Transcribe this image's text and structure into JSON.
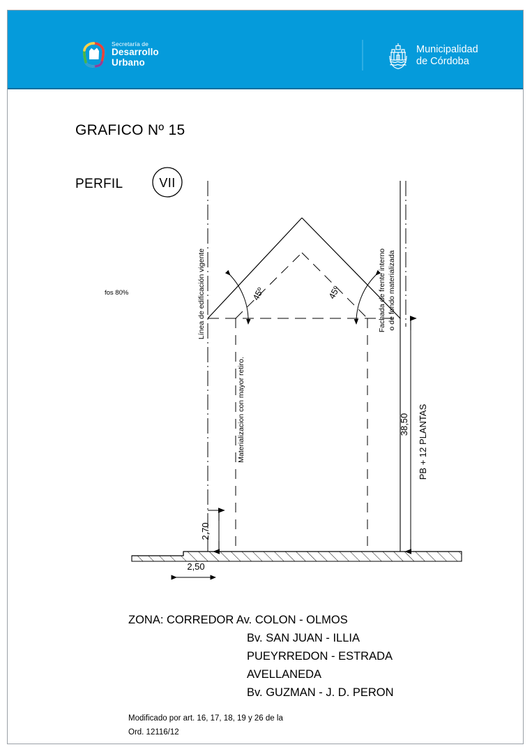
{
  "header": {
    "brand_left": {
      "line1": "Secretaría de",
      "line2": "Desarrollo",
      "line3": "Urbano",
      "icon": "desarrollo-urbano-logo"
    },
    "brand_right": {
      "line1": "Municipalidad",
      "line2": "de Córdoba",
      "icon": "municipalidad-cordoba-crest"
    },
    "background_color": "#059bdb"
  },
  "drawing": {
    "title": "GRAFICO Nº 15",
    "profile_label": "PERFIL",
    "profile_number": "VII",
    "fos": "fos 80%",
    "label_left_line": "Línea de edificación vigente",
    "label_right_line_1": "Fachada de frente interno",
    "label_right_line_2": "o de fondo materializada",
    "label_middle": "Materializacion con mayor retiro.",
    "angle_left": "45º",
    "angle_right": "45º",
    "height_total": "38,50",
    "floors": "PB + 12 PLANTAS",
    "height_base": "2,70",
    "width_base": "2,50"
  },
  "footer": {
    "zone_lines": [
      "ZONA: CORREDOR Av. COLON - OLMOS",
      "Bv. SAN JUAN - ILLIA",
      "PUEYRREDON - ESTRADA",
      "AVELLANEDA",
      "Bv. GUZMAN - J. D. PERON"
    ],
    "note_line_1": "Modificado por art. 16, 17, 18, 19 y 26 de la",
    "note_line_2": "Ord. 12116/12"
  }
}
